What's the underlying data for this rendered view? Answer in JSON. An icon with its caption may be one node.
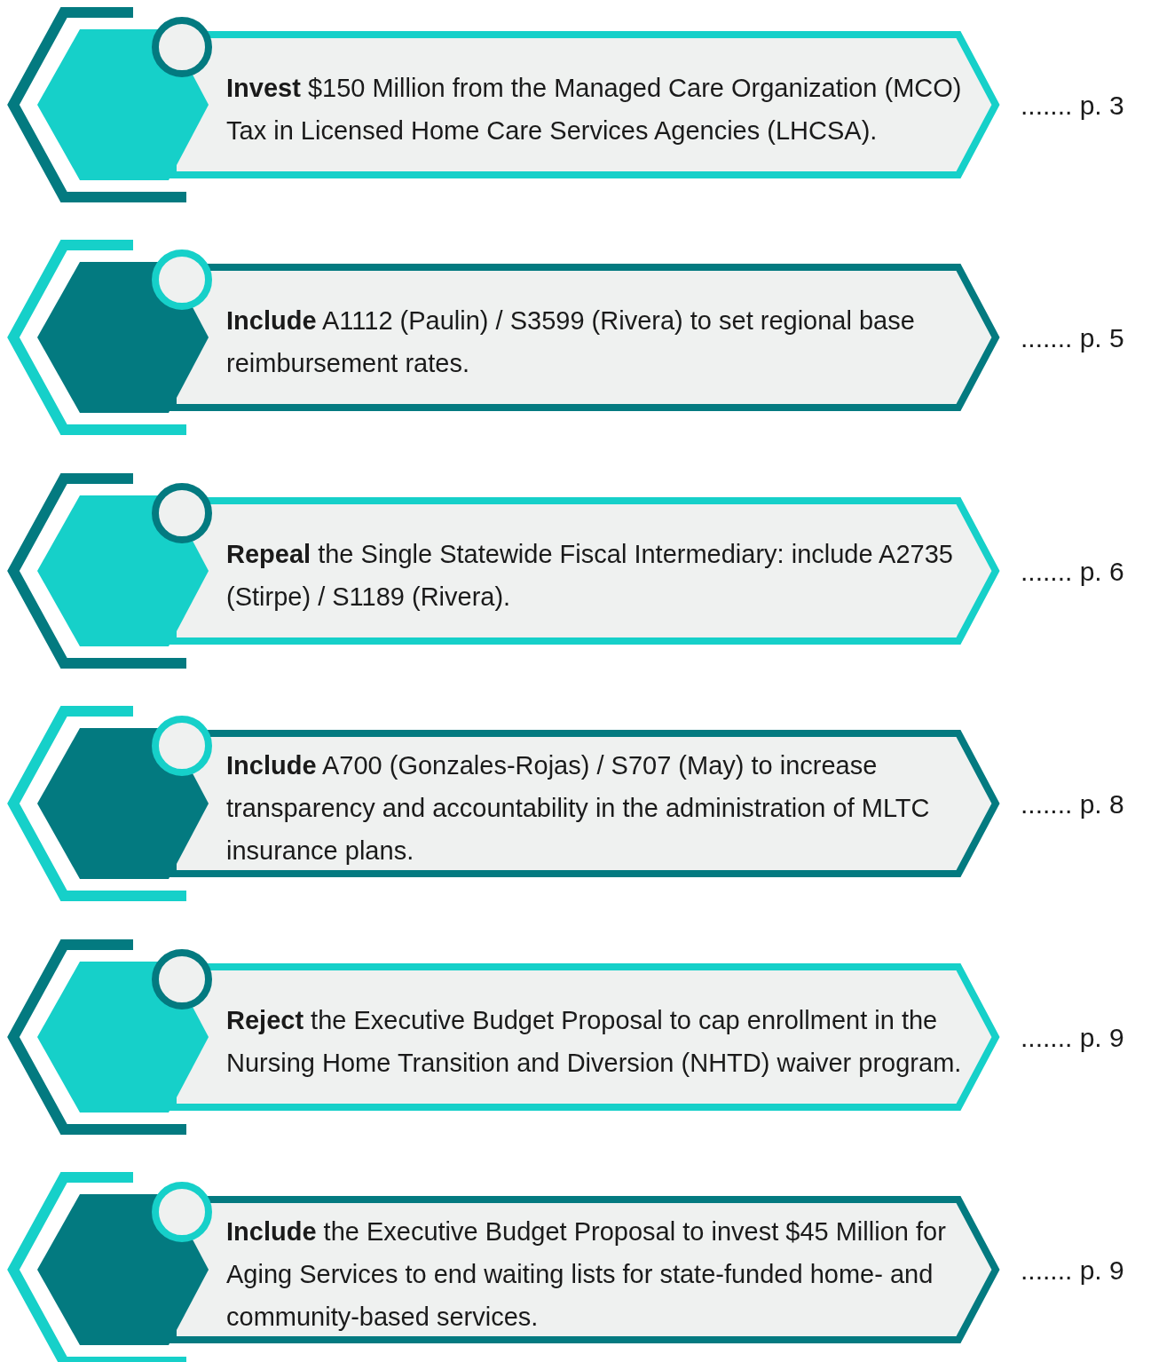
{
  "diagram": {
    "nodes": [
      {
        "text": [
          "**Invest** $150 Million from the Managed Care Organization (MCO) Tax in Licensed Home Care Services Agencies (LHCSA)."
        ],
        "beside": [
          "....... p. 3"
        ]
      },
      {
        "text": [
          "**Include** A1112 (Paulin) / S3599 (Rivera) to set regional base reimbursement rates."
        ],
        "beside": [
          "....... p. 5"
        ]
      },
      {
        "text": [
          "**Repeal** the Single Statewide Fiscal Intermediary: include A2735 (Stirpe) / S1189 (Rivera)."
        ],
        "beside": [
          "....... p. 6"
        ]
      },
      {
        "text": [
          "**Include** A700 (Gonzales-Rojas) / S707 (May) to increase transparency and accountability in the administration of MLTC insurance plans."
        ],
        "beside": [
          "....... p. 8"
        ]
      },
      {
        "text": [
          "**Reject** the Executive Budget Proposal to cap enrollment in the Nursing Home Transition and Diversion (NHTD) waiver program."
        ],
        "beside": [
          "....... p. 9"
        ]
      },
      {
        "text": [
          "**Include** the Executive Budget Proposal to invest $45 Million for Aging Services to end waiting lists for state-funded home- and community-based services."
        ],
        "beside": [
          "....... p. 9"
        ]
      }
    ]
  }
}
